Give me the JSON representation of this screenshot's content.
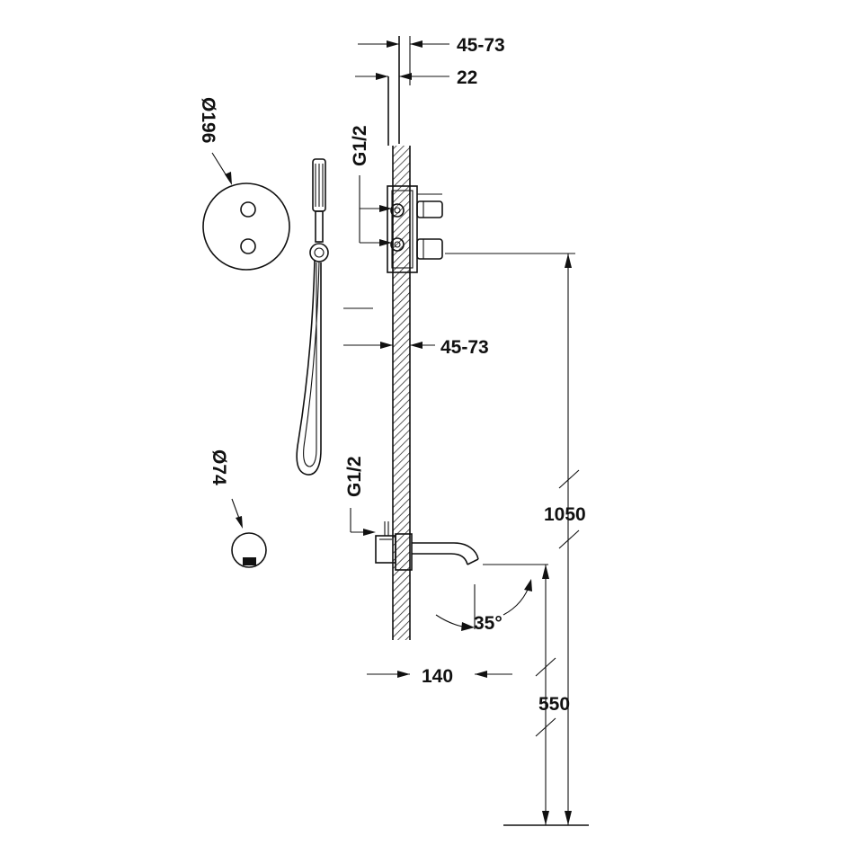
{
  "dimensions": {
    "top_width": "45-73",
    "top_offset": "22",
    "thread_upper": "G1/2",
    "handle_plate_diameter": "Ø196",
    "mid_depth": "45-73",
    "thread_lower": "G1/2",
    "spout_plate_diameter": "Ø74",
    "height_outlet": "1050",
    "spout_projection": "140",
    "spout_angle": "35°",
    "height_spout": "550"
  },
  "colors": {
    "line": "#111111",
    "background": "#ffffff"
  }
}
